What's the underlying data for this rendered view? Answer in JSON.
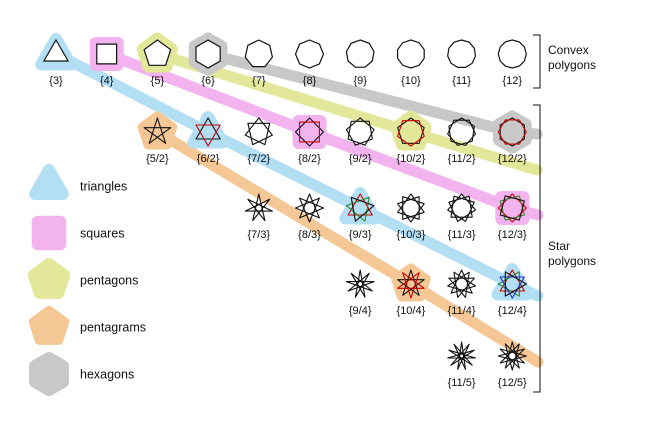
{
  "colors": {
    "triangles": "#b3dff5",
    "squares": "#f2b3ef",
    "pentagons": "#e2e79a",
    "pentagrams": "#f4c795",
    "hexagons": "#c8c8c8",
    "star_red": "#cc0000",
    "star_green": "#2e8b2e",
    "star_blue": "#1a33cc"
  },
  "side_labels": {
    "convex": [
      "Convex",
      "polygons"
    ],
    "star": [
      "Star",
      "polygons"
    ]
  },
  "legend": [
    {
      "key": "triangles",
      "label": "triangles",
      "icon": "triangle-blob-icon"
    },
    {
      "key": "squares",
      "label": "squares",
      "icon": "square-blob-icon"
    },
    {
      "key": "pentagons",
      "label": "pentagons",
      "icon": "pentagon-blob-icon"
    },
    {
      "key": "pentagrams",
      "label": "pentagrams",
      "icon": "pentagram-blob-icon"
    },
    {
      "key": "hexagons",
      "label": "hexagons",
      "icon": "hexagon-blob-icon"
    }
  ],
  "polygons": [
    {
      "label": "{3}",
      "p": 3,
      "q": 1,
      "highlight": "triangles"
    },
    {
      "label": "{4}",
      "p": 4,
      "q": 1,
      "highlight": "squares"
    },
    {
      "label": "{5}",
      "p": 5,
      "q": 1,
      "highlight": "pentagons"
    },
    {
      "label": "{6}",
      "p": 6,
      "q": 1,
      "highlight": "hexagons"
    },
    {
      "label": "{7}",
      "p": 7,
      "q": 1
    },
    {
      "label": "{8}",
      "p": 8,
      "q": 1
    },
    {
      "label": "{9}",
      "p": 9,
      "q": 1
    },
    {
      "label": "{10}",
      "p": 10,
      "q": 1
    },
    {
      "label": "{11}",
      "p": 11,
      "q": 1
    },
    {
      "label": "{12}",
      "p": 12,
      "q": 1
    },
    {
      "label": "{5/2}",
      "p": 5,
      "q": 2,
      "highlight": "pentagrams"
    },
    {
      "label": "{6/2}",
      "p": 6,
      "q": 2,
      "highlight": "triangles",
      "compound": true
    },
    {
      "label": "{7/2}",
      "p": 7,
      "q": 2
    },
    {
      "label": "{8/2}",
      "p": 8,
      "q": 2,
      "highlight": "squares",
      "compound": true
    },
    {
      "label": "{9/2}",
      "p": 9,
      "q": 2
    },
    {
      "label": "{10/2}",
      "p": 10,
      "q": 2,
      "highlight": "pentagons",
      "compound": true
    },
    {
      "label": "{11/2}",
      "p": 11,
      "q": 2
    },
    {
      "label": "{12/2}",
      "p": 12,
      "q": 2,
      "highlight": "hexagons",
      "compound": true
    },
    {
      "label": "{7/3}",
      "p": 7,
      "q": 3
    },
    {
      "label": "{8/3}",
      "p": 8,
      "q": 3
    },
    {
      "label": "{9/3}",
      "p": 9,
      "q": 3,
      "highlight": "triangles",
      "compound": true
    },
    {
      "label": "{10/3}",
      "p": 10,
      "q": 3
    },
    {
      "label": "{11/3}",
      "p": 11,
      "q": 3
    },
    {
      "label": "{12/3}",
      "p": 12,
      "q": 3,
      "highlight": "squares",
      "compound": true
    },
    {
      "label": "{9/4}",
      "p": 9,
      "q": 4
    },
    {
      "label": "{10/4}",
      "p": 10,
      "q": 4,
      "highlight": "pentagrams",
      "compound": true
    },
    {
      "label": "{11/4}",
      "p": 11,
      "q": 4
    },
    {
      "label": "{12/4}",
      "p": 12,
      "q": 4,
      "highlight": "triangles",
      "compound": true
    },
    {
      "label": "{11/5}",
      "p": 11,
      "q": 5
    },
    {
      "label": "{12/5}",
      "p": 12,
      "q": 5
    }
  ]
}
